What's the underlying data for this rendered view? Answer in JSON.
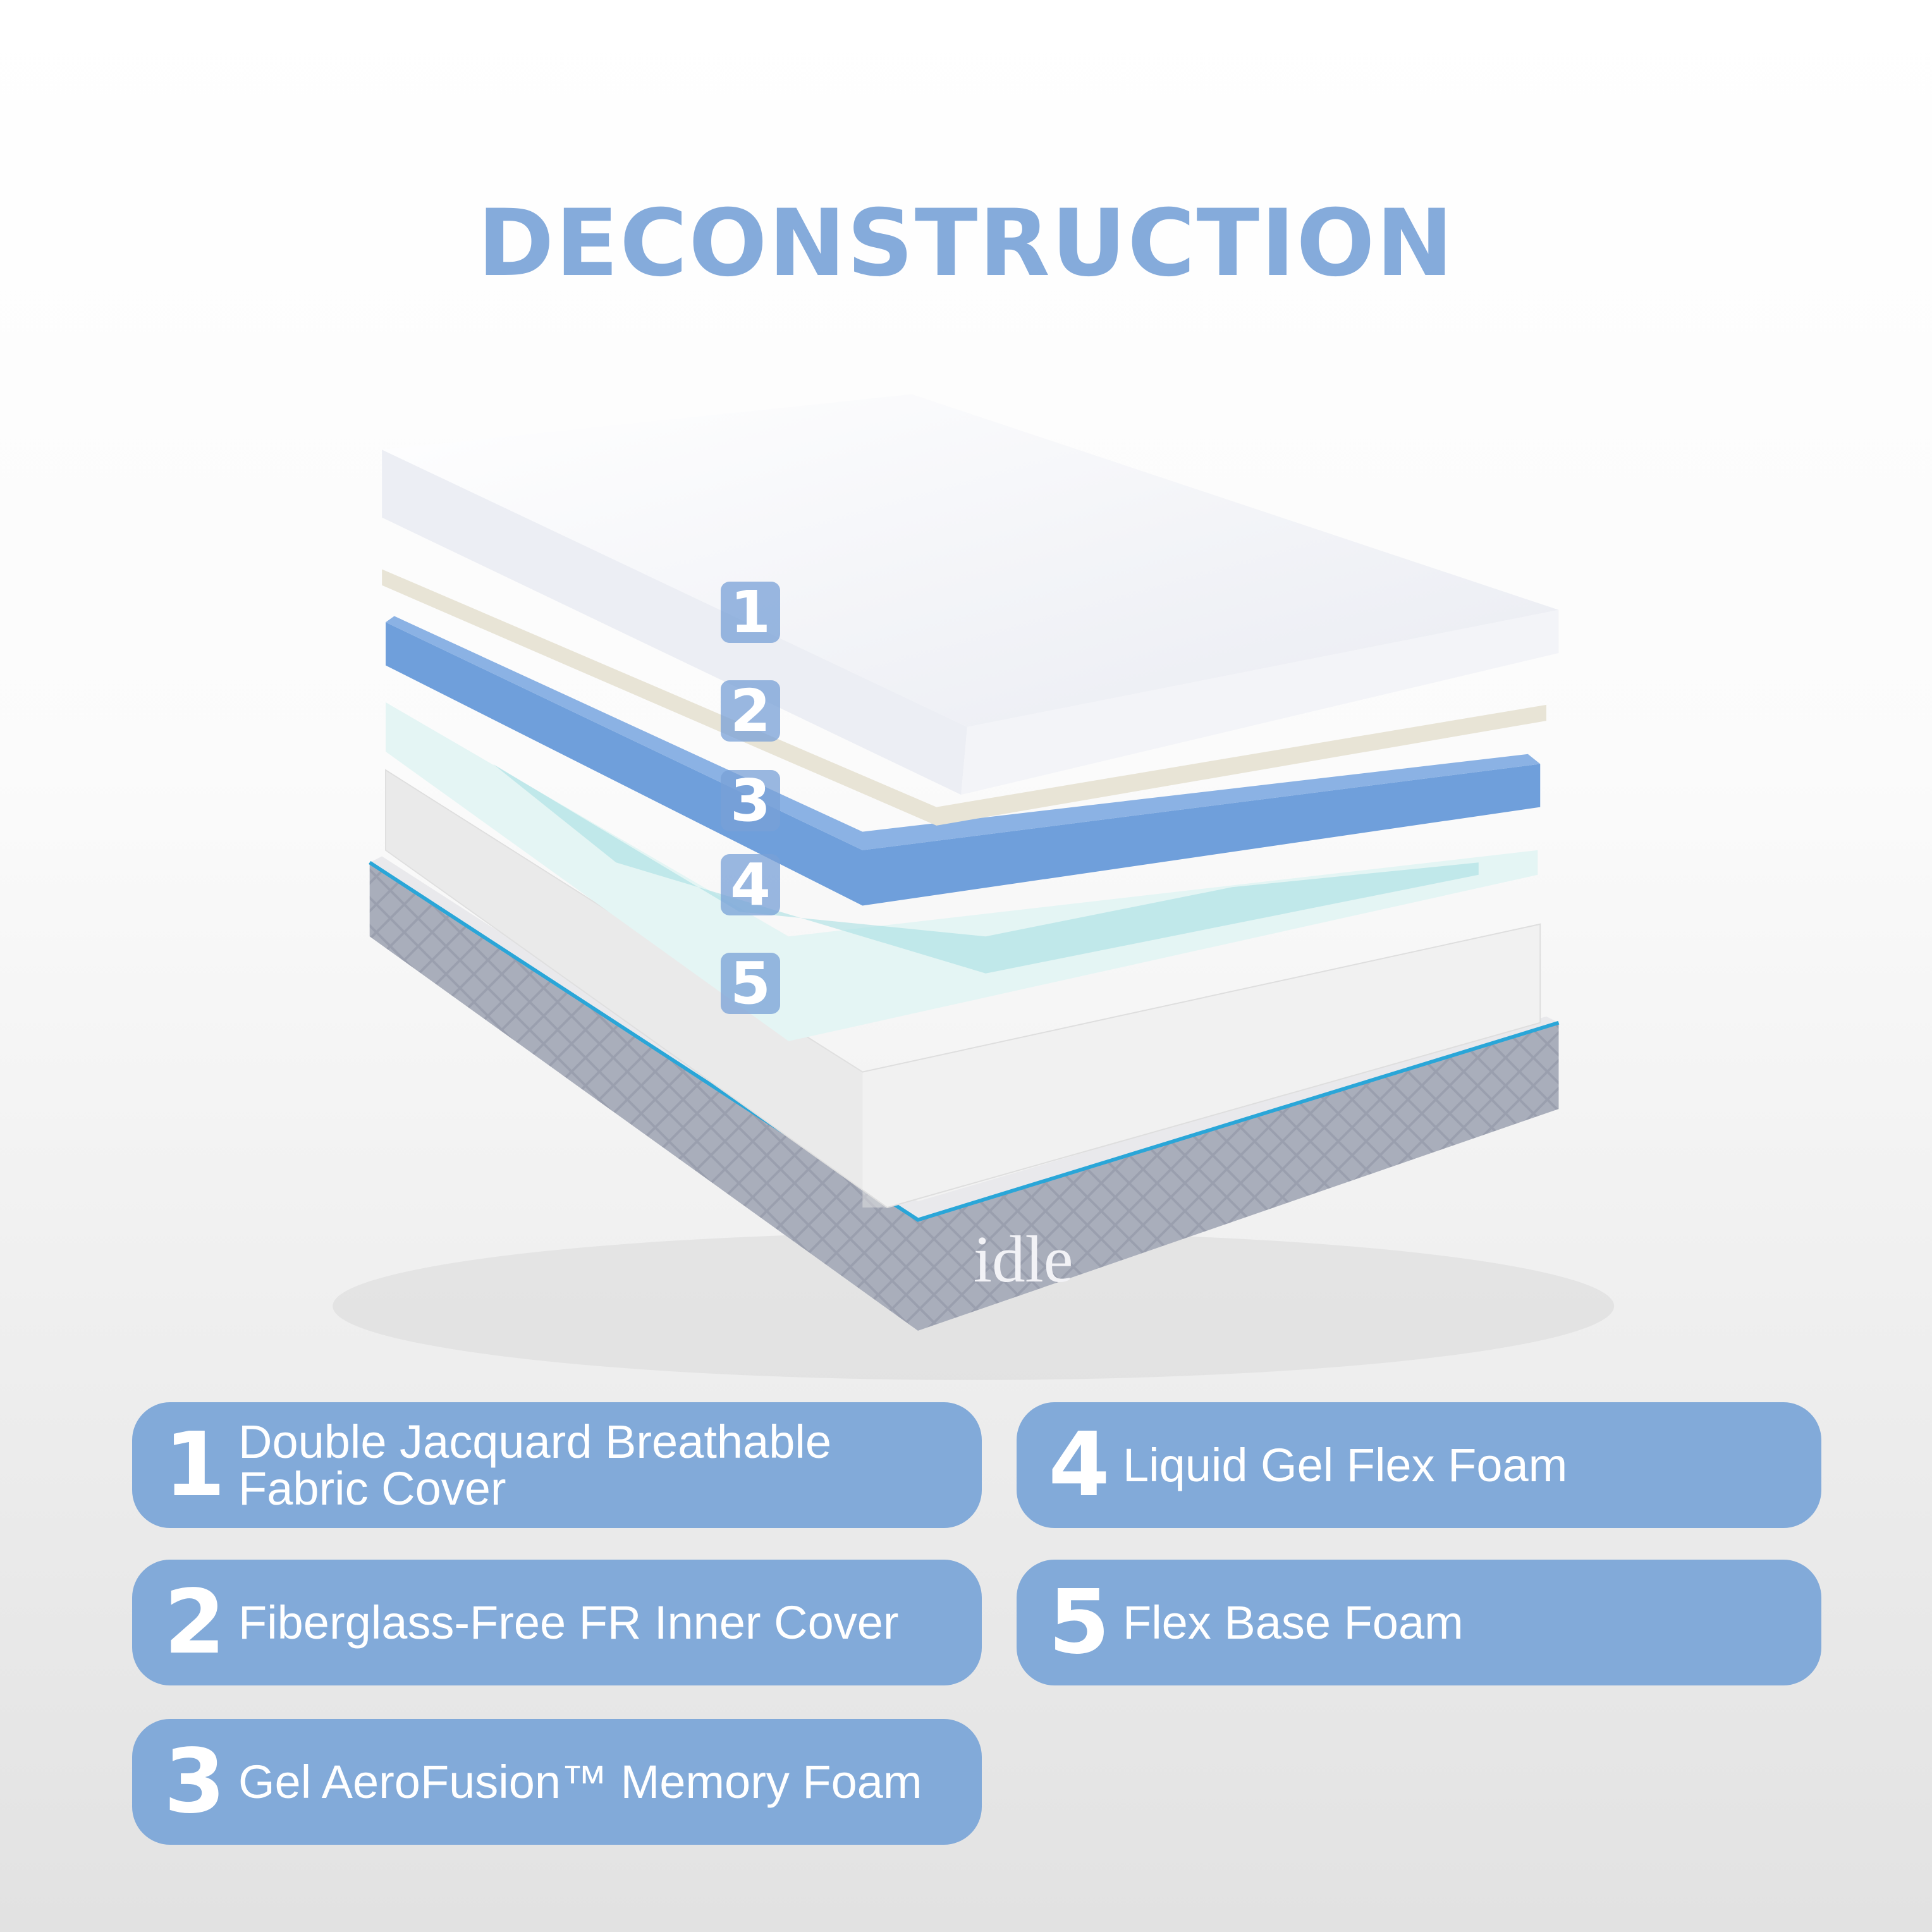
{
  "title": "DECONSTRUCTION",
  "brand": "idle",
  "colors": {
    "accent": "#82aad9",
    "title": "#85abdb",
    "trim": "#2aa6d8"
  },
  "layers": [
    {
      "number": "1",
      "label": "Double Jacquard Breathable Fabric Cover",
      "line1": "Double Jacquard Breathable",
      "line2": "Fabric Cover"
    },
    {
      "number": "2",
      "label": "Fiberglass-Free FR Inner Cover"
    },
    {
      "number": "3",
      "label": "Gel AeroFusion™ Memory Foam"
    },
    {
      "number": "4",
      "label": "Liquid Gel Flex Foam"
    },
    {
      "number": "5",
      "label": "Flex Base Foam"
    }
  ]
}
